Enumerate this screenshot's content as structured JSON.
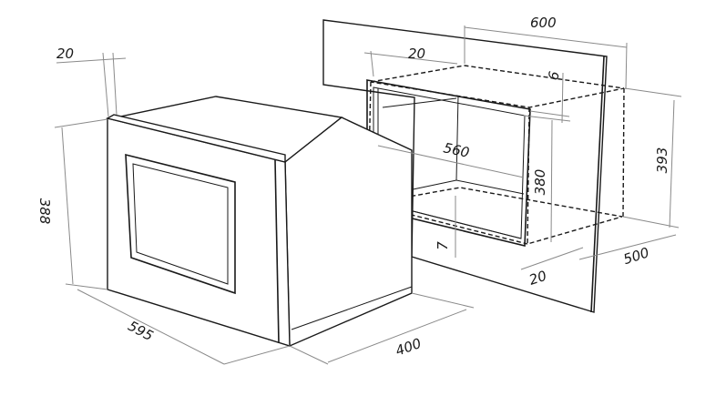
{
  "dimensions": {
    "oven_height": "388",
    "oven_width": "595",
    "oven_depth": "400",
    "frame_thickness": "20",
    "niche_clearance_top": "20",
    "niche_width": "600",
    "cabinet_gap": "6",
    "niche_inner_width": "560",
    "niche_height": "380",
    "cabinet_height": "393",
    "niche_depth": "500",
    "side_panel": "20",
    "bottom_gap": "7"
  },
  "colors": {
    "line": "#1a1a1a",
    "dimension_line": "#8a8a8a",
    "background": "#ffffff"
  }
}
